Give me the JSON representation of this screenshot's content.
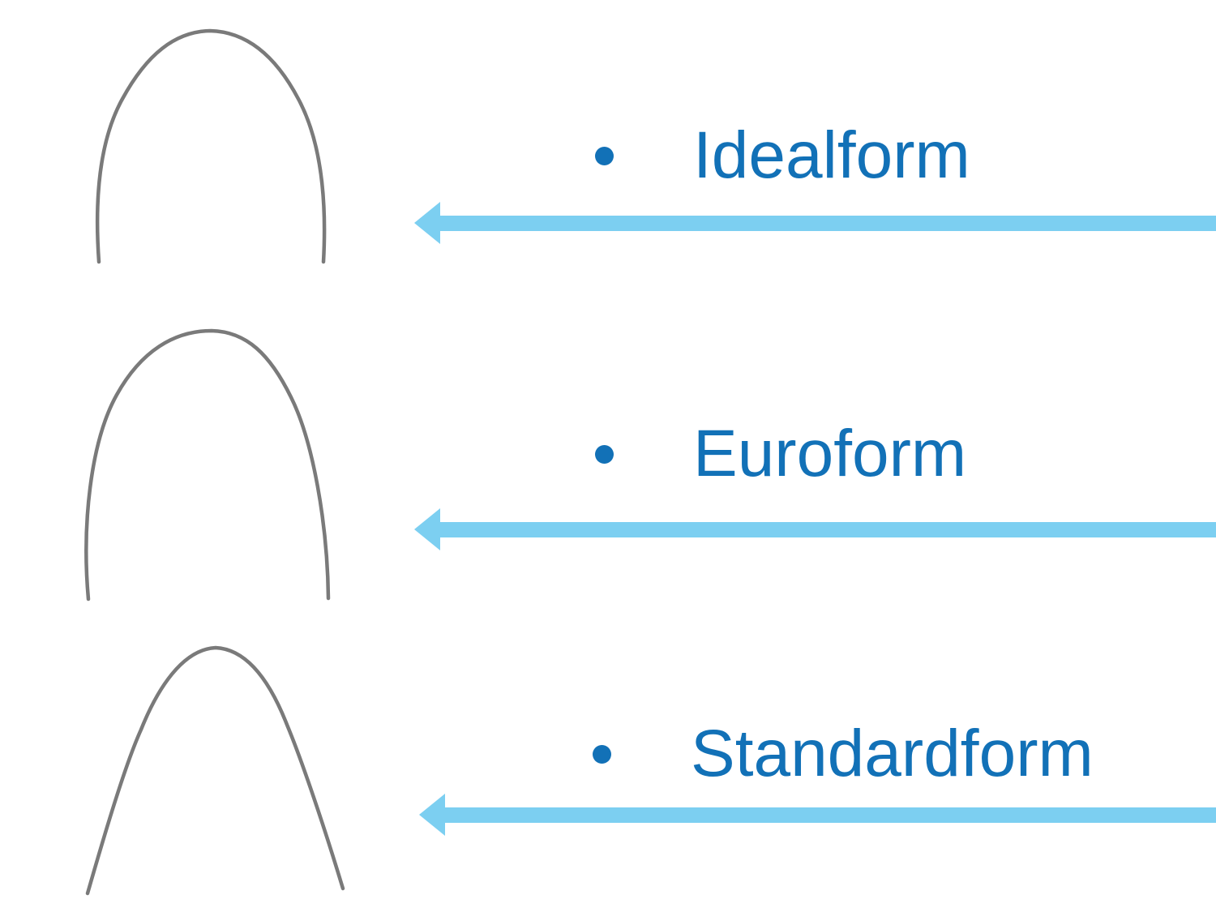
{
  "colors": {
    "background": "#ffffff",
    "label_blue": "#1271b7",
    "arrow_blue": "#7ccff1",
    "wire_gray": "#6f6f6f"
  },
  "items": [
    {
      "label": "Idealform",
      "bullet_icon": "bullet-dot-icon",
      "drawing_icon": "idealform-archwire-icon",
      "arrow_icon": "left-arrow-icon"
    },
    {
      "label": "Euroform",
      "bullet_icon": "bullet-dot-icon",
      "drawing_icon": "euroform-archwire-icon",
      "arrow_icon": "left-arrow-icon"
    },
    {
      "label": "Standardform",
      "bullet_icon": "bullet-dot-icon",
      "drawing_icon": "standardform-archwire-icon",
      "arrow_icon": "left-arrow-icon"
    }
  ]
}
